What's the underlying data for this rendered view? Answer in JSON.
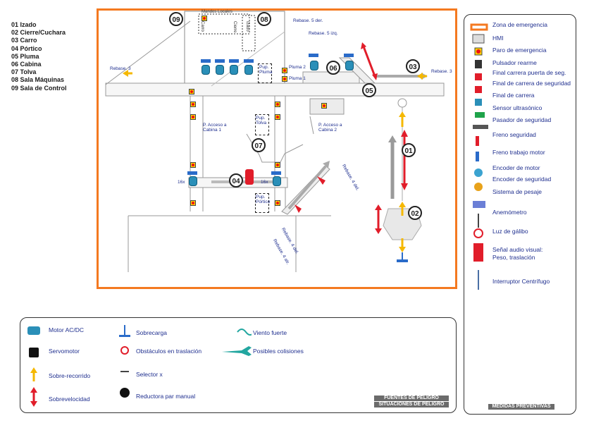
{
  "codes": [
    "01 Izado",
    "02 Cierre/Cuchara",
    "03 Carro",
    "04 Pórtico",
    "05 Pluma",
    "06 Cabina",
    "07 Tolva",
    "08 Sala Máquinas",
    "09 Sala de Control"
  ],
  "badges": {
    "b09": "09",
    "b08": "08",
    "b06": "06",
    "b03": "03",
    "b05": "05",
    "b07": "07",
    "b04": "04",
    "b01": "01",
    "b02": "02"
  },
  "labels": {
    "mandos_locales": "Mandos Locales",
    "carro": "Carro",
    "cierre": "Cierre",
    "izado": "Izado",
    "rebase_5_der": "Rebase. 5 der.",
    "rebase_5_izq": "Rebase. 5 izq.",
    "rebase_3_left": "Rebase. 3",
    "rebase_3_right": "Rebase. 3",
    "pluma_2": "Pluma 2",
    "pluma_1": "Pluma 1",
    "pup_pluma": "Pup. Pluma",
    "acceso_cabina_1": "P. Acceso a Cabina 1",
    "acceso_cabina_2": "P. Acceso a Cabina 2",
    "pup_tolva": "Pup. Tolva",
    "rebase_4_del_right": "Rebase. 4 del.",
    "rebase_4_del_left": "Rebase. 4 del.",
    "rebase_4_atr": "Rebase. 4 atr.",
    "x16_left": "16x",
    "x16_right": "16x",
    "pup_portico": "Pup. Pórtico"
  },
  "preventive_legend": {
    "title": "MEDIDAS PREVENTIVAS",
    "items": [
      "Zona de emergencia",
      "HMI",
      "Paro de emergencia",
      "Pulsador rearme",
      "Final carrera puerta de seg.",
      "Final de carrera de seguridad",
      "Final de carrera",
      "Sensor ultrasónico",
      "Pasador de seguridad",
      "Freno seguridad",
      "Freno trabajo motor",
      "Encoder de motor",
      "Encoder de seguridad",
      "Sistema de pesaje",
      "Anemómetro",
      "Luz de gálibo",
      "Señal audio visual:",
      "Peso, traslación",
      "Interruptor Centrífugo"
    ]
  },
  "hazard_legend": {
    "title1": "FUENTES DE PELIGRO",
    "title2": "SITUACIONES DE PELIGRO",
    "items": [
      "Motor AC/DC",
      "Servomotor",
      "Sobre-recorrido",
      "Sobrevelocidad",
      "Sobrecarga",
      "Obstáculos en traslación",
      "Selector x",
      "Reductora par manual",
      "Viento fuerte",
      "Posibles colisiones"
    ]
  },
  "colors": {
    "zone": "#f47920",
    "text_blue": "#1f2f8f",
    "motor": "#2a8fb8",
    "red": "#e11d2a",
    "yellow": "#f5b800",
    "blue_arrow": "#2a6bc9"
  }
}
